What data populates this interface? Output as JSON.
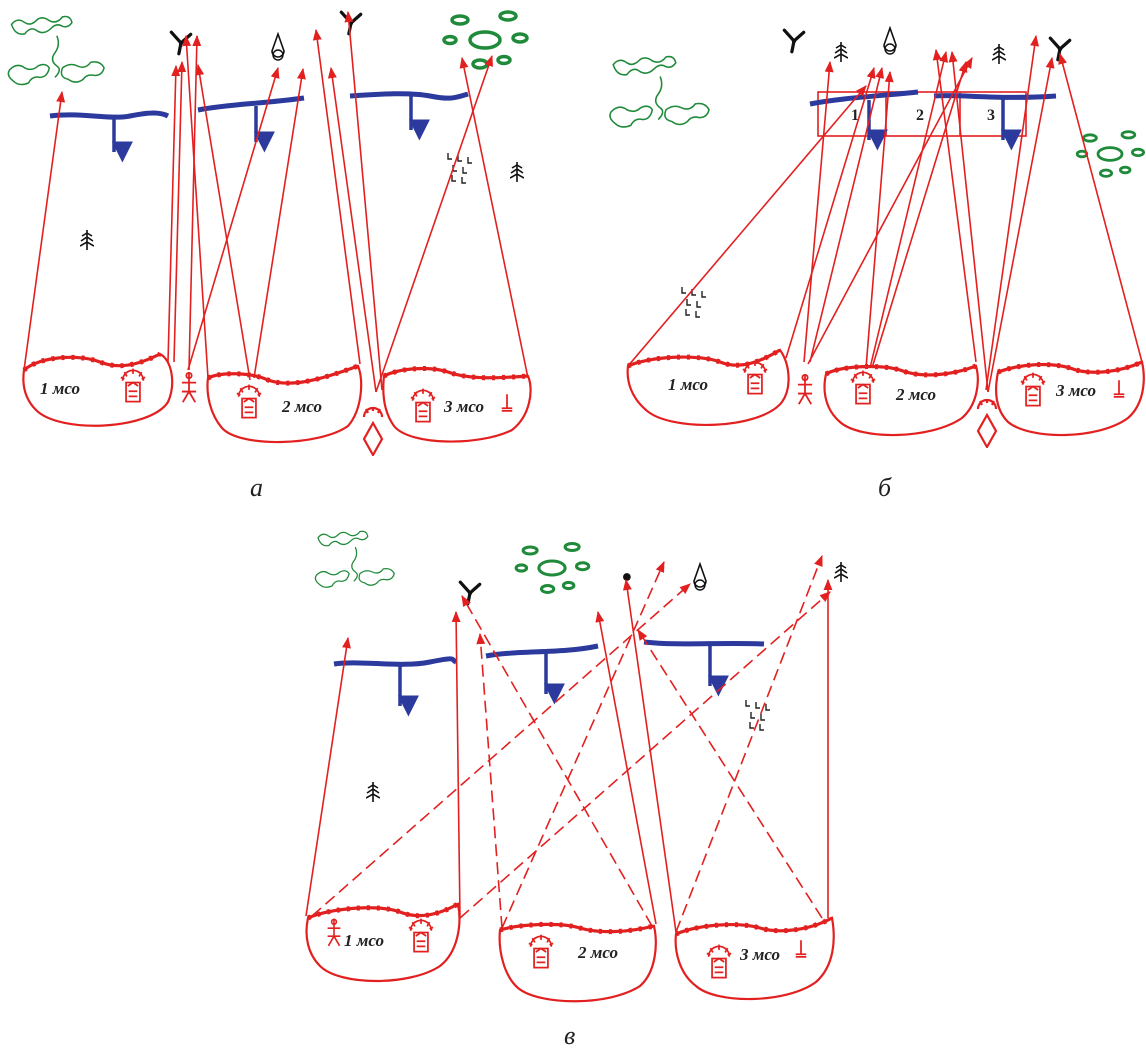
{
  "panels": {
    "a": {
      "caption": "а",
      "units": [
        "1 мсо",
        "2 мсо",
        "3 мсо"
      ]
    },
    "b": {
      "caption": "б",
      "units": [
        "1 мсо",
        "2 мсо",
        "3 мсо"
      ],
      "sector_numbers": [
        "1",
        "2",
        "3"
      ]
    },
    "c": {
      "caption": "в",
      "units": [
        "1 мсо",
        "2 мсо",
        "3 мсо"
      ]
    }
  },
  "colors": {
    "red": "#e32020",
    "blue": "#2b3a9c",
    "green": "#1f8a3a",
    "black": "#111111"
  },
  "icons": [
    "tree-icon",
    "mill-icon",
    "tower-icon",
    "marsh-icon",
    "forest-blob-icon",
    "bush-cluster-icon",
    "bunker-icon",
    "trench-icon"
  ]
}
